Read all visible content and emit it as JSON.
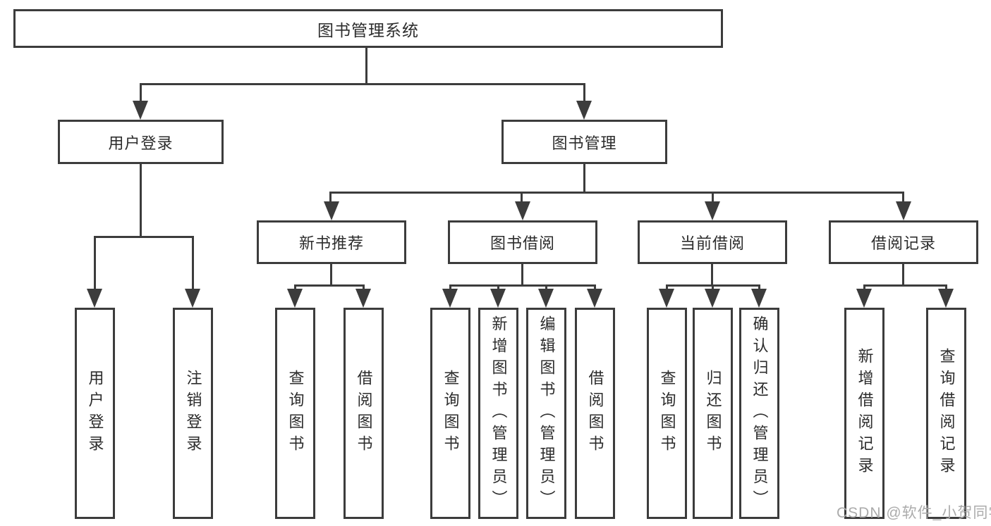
{
  "diagram": {
    "title": "图书管理系统",
    "watermark": "CSDN @软件_小贺同学",
    "colors": {
      "line": "#3c3c3c",
      "text": "#2c2c2c",
      "watermark": "#ababab",
      "background": "#ffffff"
    },
    "tree": {
      "root": "图书管理系统",
      "branches": [
        {
          "label": "用户登录",
          "children": [
            "用户登录",
            "注销登录"
          ]
        },
        {
          "label": "图书管理",
          "groups": [
            {
              "label": "新书推荐",
              "children": [
                "查询图书",
                "借阅图书"
              ]
            },
            {
              "label": "图书借阅",
              "children": [
                "查询图书",
                "新增图书（管理员）",
                "编辑图书（管理员）",
                "借阅图书"
              ]
            },
            {
              "label": "当前借阅",
              "children": [
                "查询图书",
                "归还图书",
                "确认归还（管理员）"
              ]
            },
            {
              "label": "借阅记录",
              "children": [
                "新增借阅记录",
                "查询借阅记录"
              ]
            }
          ]
        }
      ]
    }
  }
}
